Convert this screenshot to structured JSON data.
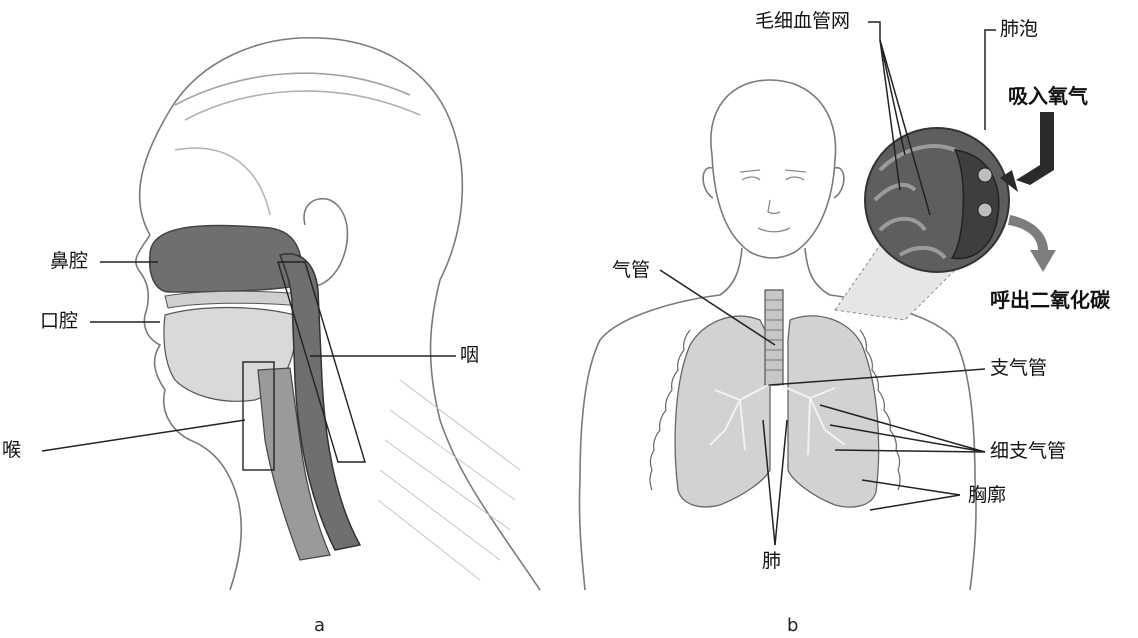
{
  "figure_a": {
    "caption": "a",
    "labels": {
      "nasal_cavity": "鼻腔",
      "oral_cavity": "口腔",
      "pharynx": "咽",
      "larynx": "喉"
    }
  },
  "figure_b": {
    "caption": "b",
    "labels": {
      "capillary_network": "毛细血管网",
      "alveolus": "肺泡",
      "inhale_oxygen": "吸入氧气",
      "exhale_co2": "呼出二氧化碳",
      "trachea": "气管",
      "bronchus": "支气管",
      "bronchiole": "细支气管",
      "thorax": "胸廓",
      "lung": "肺"
    }
  },
  "colors": {
    "airway_fill": "#6f6f6f",
    "lung_fill": "#d2d2d2",
    "line": "#333333",
    "sketch": "#8a8a8a"
  }
}
